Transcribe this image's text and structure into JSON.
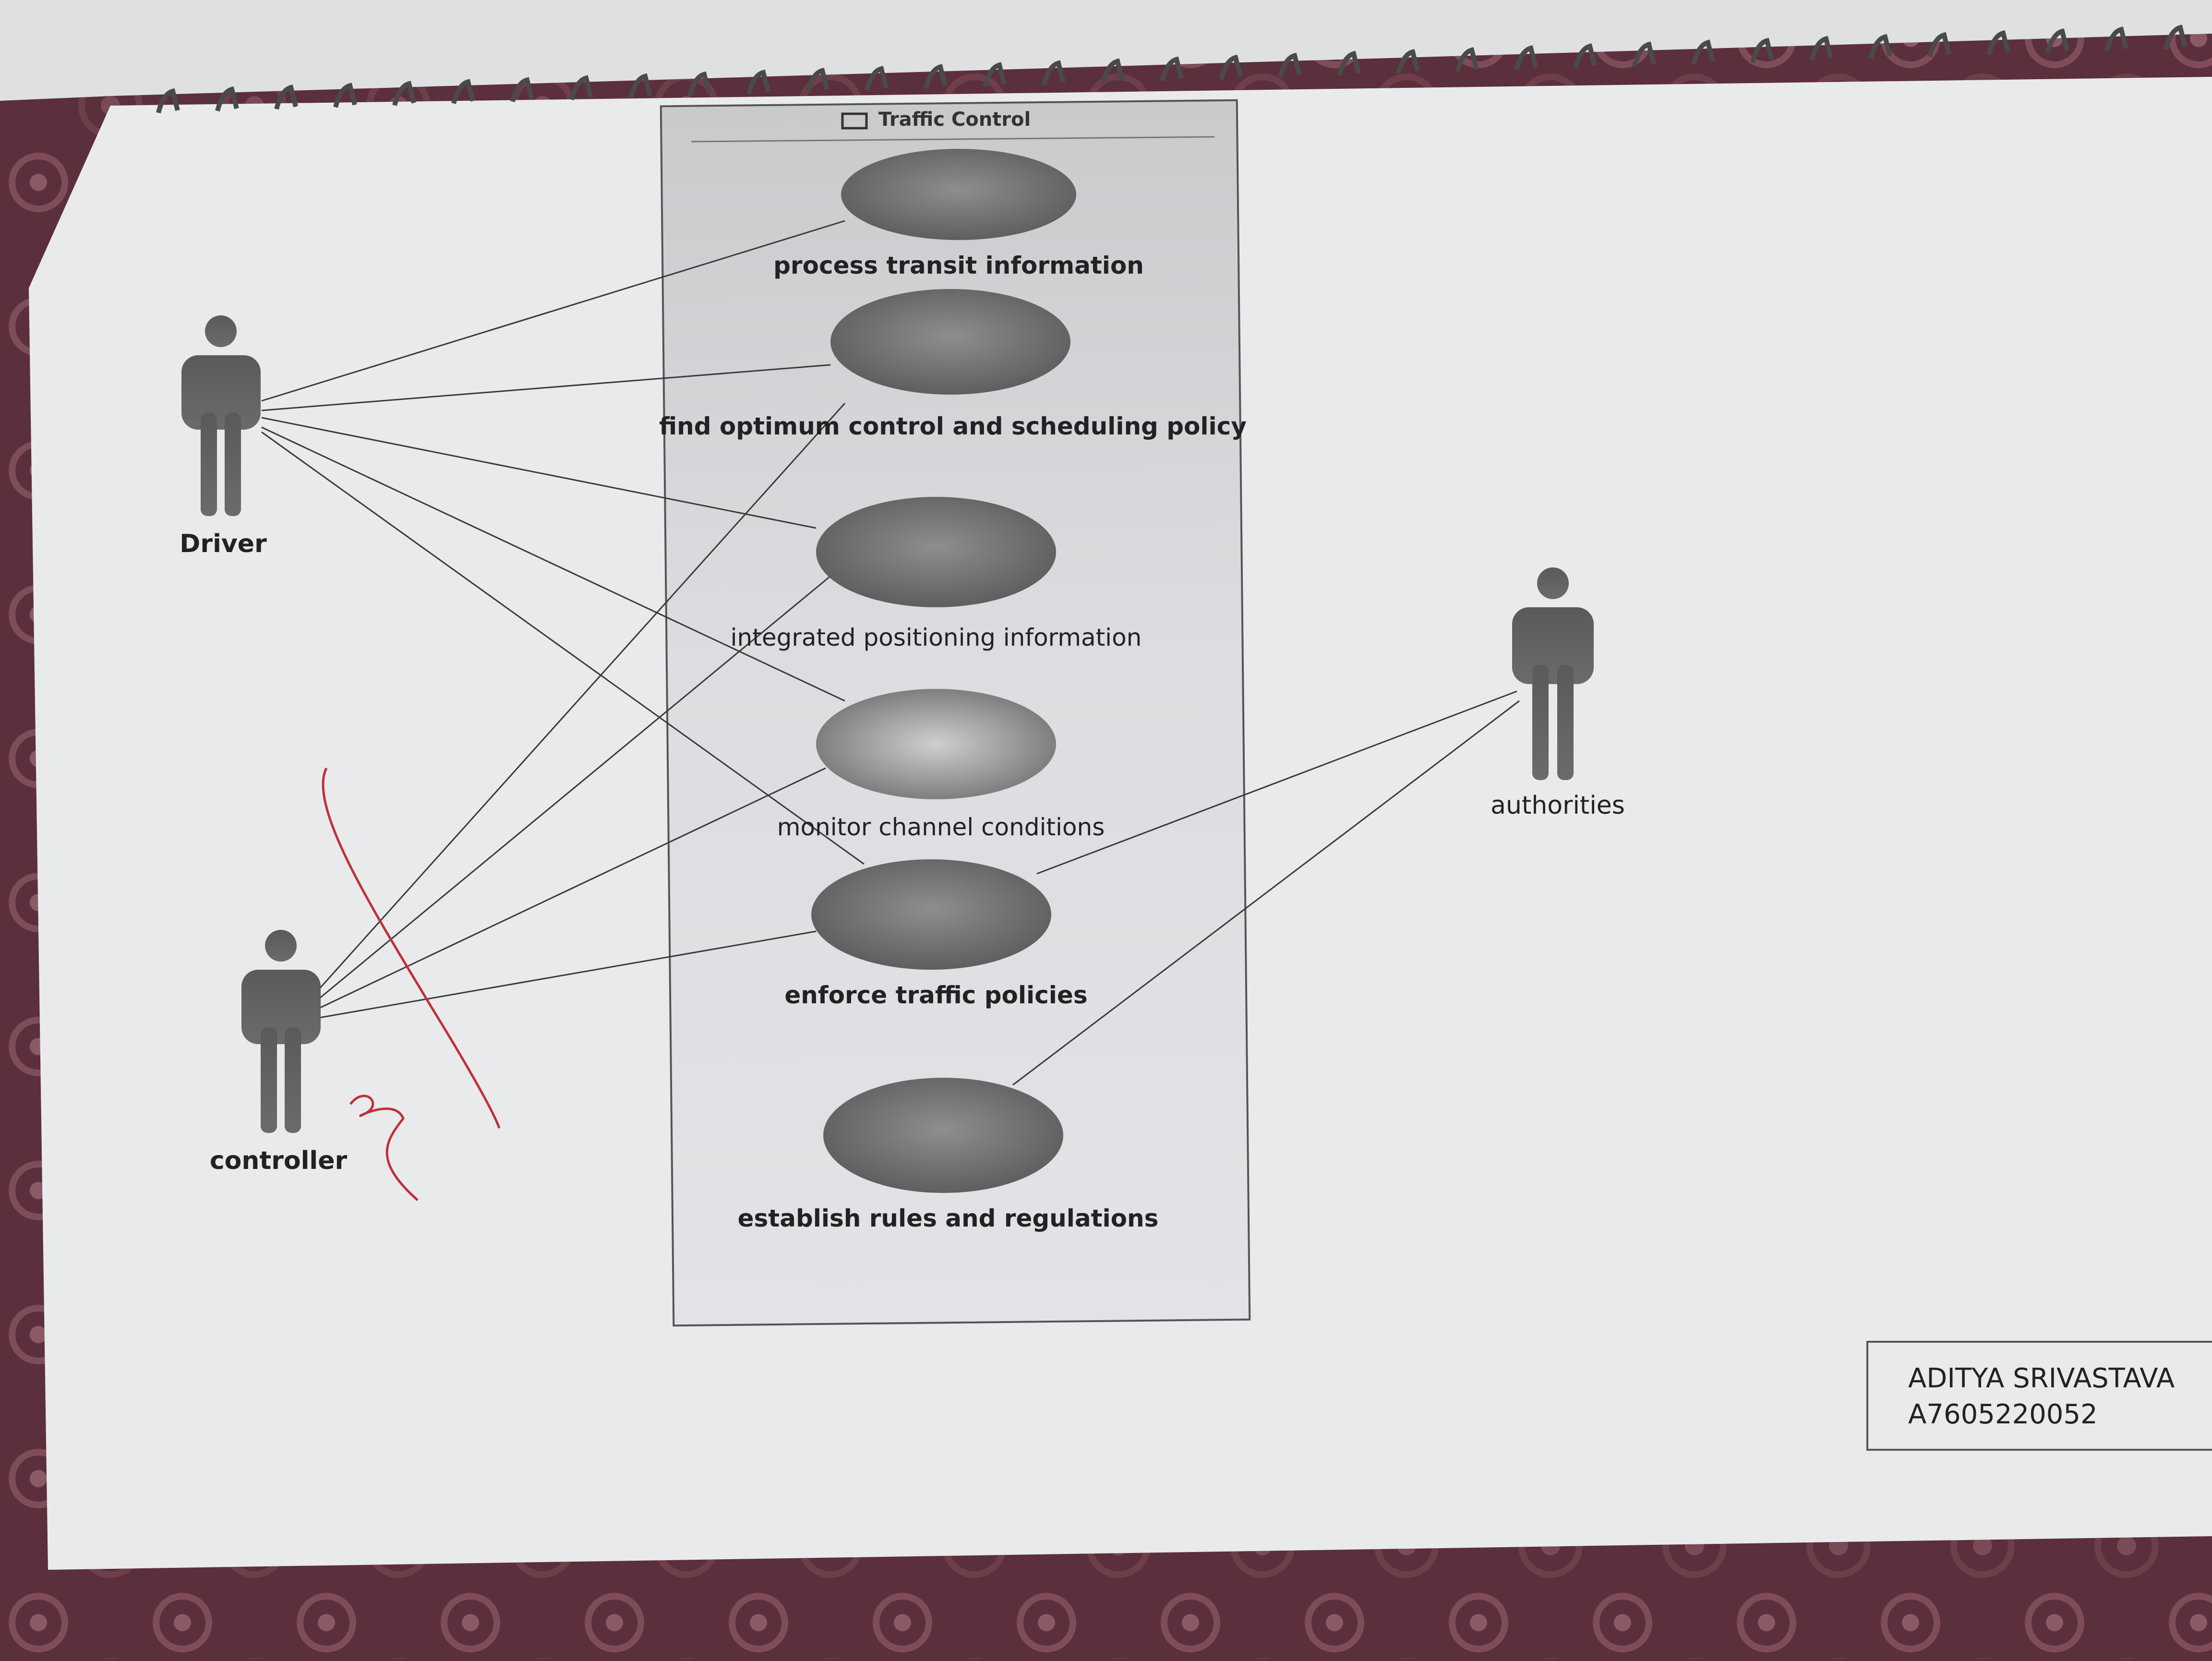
{
  "system": {
    "title": "Traffic Control"
  },
  "actors": {
    "driver": "Driver",
    "controller": "controller",
    "authorities": "authorities"
  },
  "use_cases": {
    "process_transit": "process transit information",
    "find_optimum": "find optimum control and scheduling policy",
    "integrated_positioning": "integrated positioning information",
    "monitor_channel": "monitor channel conditions",
    "enforce_policies": "enforce traffic policies",
    "establish_rules": "establish rules and regulations"
  },
  "author_box": {
    "name": "ADITYA SRIVASTAVA",
    "id": "A7605220052"
  },
  "colors": {
    "paper": "#e9eaec",
    "tablecloth": "#5b2f3b",
    "ink": "#2b2b2b",
    "ellipse": "#6f6f6f",
    "red_mark": "#c0303a"
  }
}
